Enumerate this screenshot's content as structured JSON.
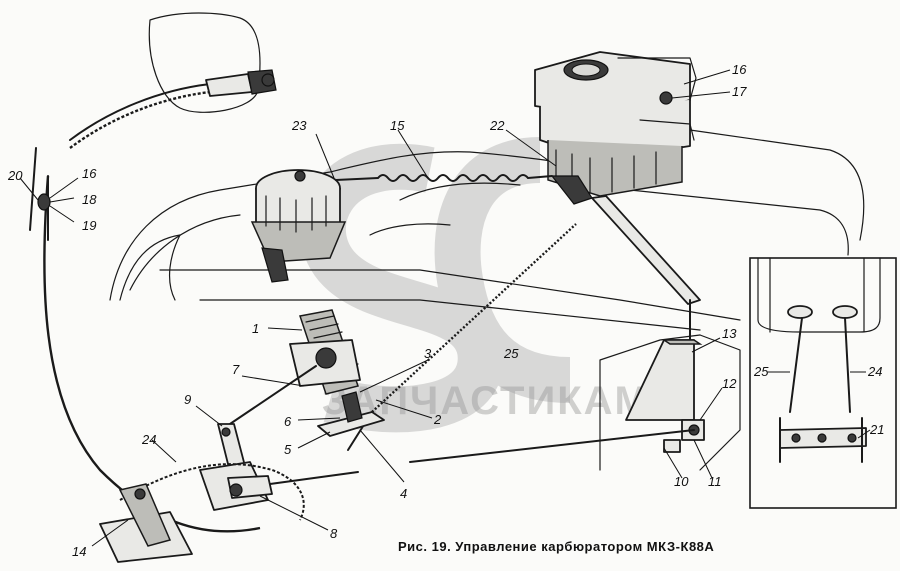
{
  "caption": "Рис. 19. Управление карбюратором МКЗ-К88А",
  "watermark": "ЗАПЧАСТИКАМ",
  "callouts": {
    "n1": "1",
    "n2": "2",
    "n3": "3",
    "n4": "4",
    "n5": "5",
    "n6": "6",
    "n7": "7",
    "n8": "8",
    "n9": "9",
    "n10": "10",
    "n11": "11",
    "n12": "12",
    "n13": "13",
    "n14": "14",
    "n15": "15",
    "n16a": "16",
    "n16b": "16",
    "n17": "17",
    "n18": "18",
    "n19": "19",
    "n20": "20",
    "n21": "21",
    "n22": "22",
    "n23": "23",
    "n24a": "24",
    "n24b": "24",
    "n25a": "25",
    "n25b": "25"
  }
}
